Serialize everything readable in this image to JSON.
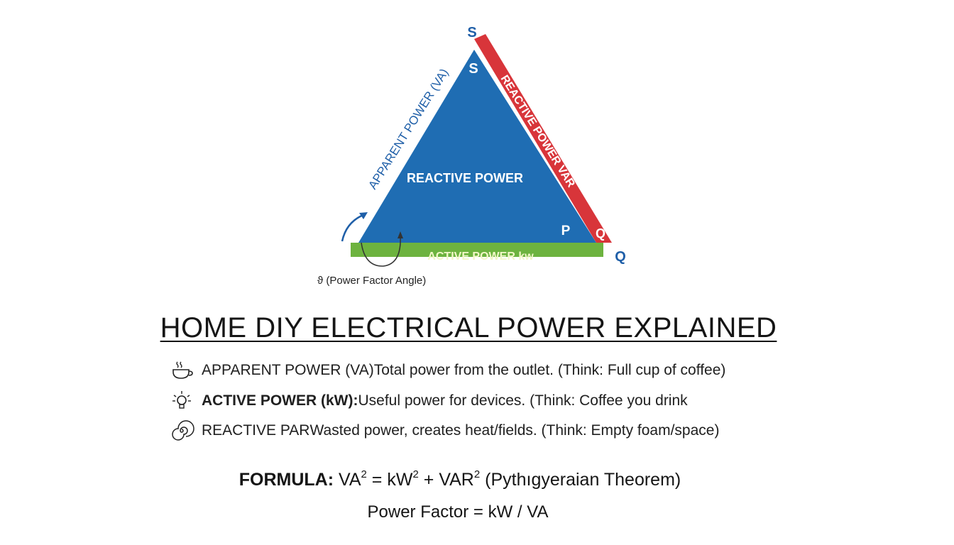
{
  "diagram": {
    "vertex_top_outer": "S",
    "vertex_top_inner": "S",
    "apparent_side_label": "APPARENT POWER (VA)",
    "reactive_side_label": "REACTIVE POWER VAR",
    "center_label": "REACTIVE POWER",
    "label_p": "P",
    "label_q_inner": "Q",
    "label_q_outer": "Q",
    "base_label": "ACTIVE POWER kw",
    "angle_note": "ϑ (Power Factor Angle)",
    "colors": {
      "triangle_fill": "#1f6db3",
      "reactive_band": "#d8353a",
      "active_band": "#6db33f",
      "label_blue": "#1f5fa8"
    }
  },
  "title": "HOME DIY ELECTRICAL POWER EXPLAINED",
  "items": [
    {
      "icon": "coffee-cup-icon",
      "label": "APPARENT POWER (VA)",
      "bold": false,
      "desc": "Total power from the outlet. (Think: Full cup of coffee)"
    },
    {
      "icon": "lightbulb-icon",
      "label": "ACTIVE POWER (kW):",
      "bold": true,
      "desc": " Useful power for devices. (Think: Coffee you drink"
    },
    {
      "icon": "swirl-icon",
      "label": "REACTIVE PAR",
      "bold": false,
      "desc": " Wasted power, creates heat/fields. (Think: Empty foam/space)"
    }
  ],
  "formula": {
    "prefix": "FORMULA:",
    "va": "VA",
    "kw": "kW",
    "var": "VAR",
    "exp": "2",
    "eq": " = ",
    "plus": " + ",
    "note": "(Pythıgyeraian Theorem)"
  },
  "power_factor": "Power Factor = kW / VA"
}
